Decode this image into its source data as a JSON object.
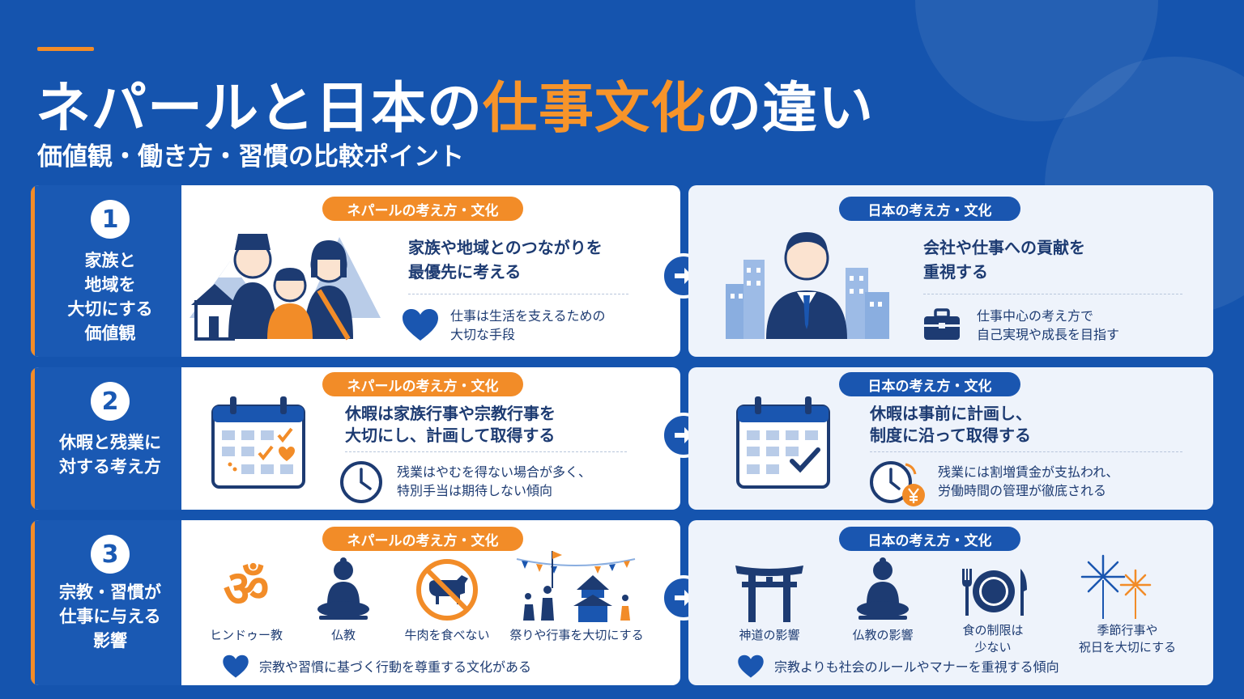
{
  "header": {
    "title_pre": "ネパールと日本の",
    "title_hl": "仕事文化",
    "title_post": "の違い",
    "subtitle": "価値観・働き方・習慣の比較ポイント"
  },
  "tags": {
    "nepal": "ネパールの考え方・文化",
    "japan": "日本の考え方・文化"
  },
  "rows": [
    {
      "num": "1",
      "label": "家族と\n地域を\n大切にする\n価値観",
      "nepal_main": "家族や地域とのつながりを\n最優先に考える",
      "nepal_sub": "仕事は生活を支えるための\n大切な手段",
      "japan_main": "会社や仕事への貢献を\n重視する",
      "japan_sub": "仕事中心の考え方で\n自己実現や成長を目指す"
    },
    {
      "num": "2",
      "label": "休暇と残業に\n対する考え方",
      "nepal_main": "休暇は家族行事や宗教行事を\n大切にし、計画して取得する",
      "nepal_sub": "残業はやむを得ない場合が多く、\n特別手当は期待しない傾向",
      "japan_main": "休暇は事前に計画し、\n制度に沿って取得する",
      "japan_sub": "残業には割増賃金が支払われ、\n労働時間の管理が徹底される"
    },
    {
      "num": "3",
      "label": "宗教・習慣が\n仕事に与える\n影響",
      "nepal_items": [
        "ヒンドゥー教",
        "仏教",
        "牛肉を食べない",
        "祭りや行事を大切にする"
      ],
      "nepal_sub": "宗教や習慣に基づく行動を尊重する文化がある",
      "japan_items": [
        "神道の影響",
        "仏教の影響",
        "食の制限は\n少ない",
        "季節行事や\n祝日を大切にする"
      ],
      "japan_sub": "宗教よりも社会のルールやマナーを重視する傾向"
    }
  ],
  "icons": {
    "row1_nepal": "family-mountains-icon",
    "row1_japan": "businessman-city-icon",
    "row2_nepal": "calendar-hearts-icon",
    "row2_japan": "calendar-check-icon",
    "clock": "clock-icon",
    "clock_yen": "clock-yen-icon",
    "heart": "heart-icon",
    "briefcase": "briefcase-icon",
    "arrow": "arrow-right-icon"
  },
  "colors": {
    "background": "#1554ae",
    "accent": "#f28c28",
    "navy": "#1d3b72",
    "card_right": "#eef3fb"
  }
}
